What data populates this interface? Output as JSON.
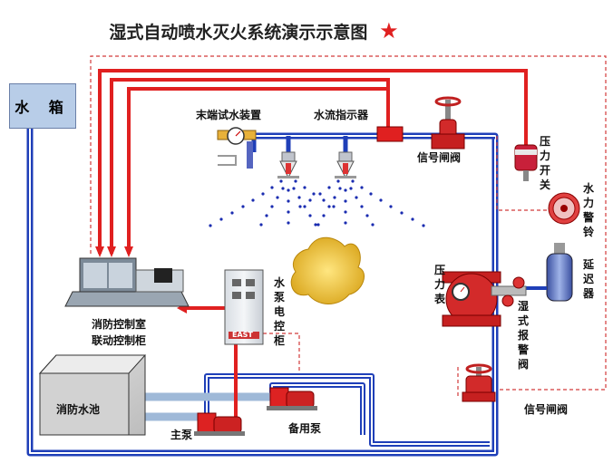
{
  "title": "湿式自动喷水灭火系统演示示意图",
  "title_star": "★",
  "labels": {
    "water_tank": "水 箱",
    "end_test": "末端试水装置",
    "flow_indicator": "水流指示器",
    "signal_valve_top": "信号闸阀",
    "pressure_switch": "压力开关",
    "water_alarm_bell": "水力警铃",
    "delay_device": "延迟器",
    "pressure_gauge": "压力表",
    "wet_alarm_valve": "湿式报警阀",
    "pump_control": "水泵电控柜",
    "cabinet_brand": "EAST",
    "control_room_1": "消防控制室",
    "control_room_2": "联动控制柜",
    "fire_pool": "消防水池",
    "main_pump": "主泵",
    "backup_pump": "备用泵",
    "signal_valve_bottom": "信号闸阀"
  },
  "colors": {
    "pipe_blue": "#1f3fb8",
    "signal_red": "#e02020",
    "dashed_red": "#d23a3a",
    "spray": "#1a2cb0",
    "star": "#e02020"
  }
}
